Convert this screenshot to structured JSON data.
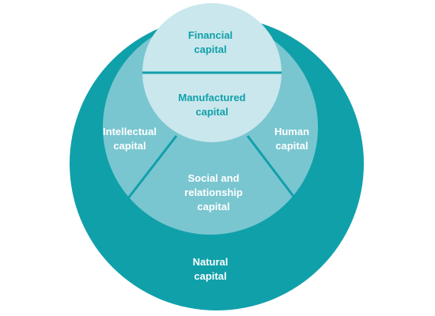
{
  "capitals": {
    "natural": {
      "line1": "Natural",
      "line2": "capital"
    },
    "financial": {
      "line1": "Financial",
      "line2": "capital"
    },
    "manufactured": {
      "line1": "Manufactured",
      "line2": "capital"
    },
    "intellectual": {
      "line1": "Intellectual",
      "line2": "capital"
    },
    "human": {
      "line1": "Human",
      "line2": "capital"
    },
    "social": {
      "line1": "Social and",
      "line2": "relationship",
      "line3": "capital"
    }
  },
  "colors": {
    "outer": "#10a0aa",
    "middle": "#79c6d0",
    "inner": "#c9e7ec",
    "divider": "#10a0aa",
    "label_dark": "#10a0aa",
    "label_light": "#ffffff"
  }
}
